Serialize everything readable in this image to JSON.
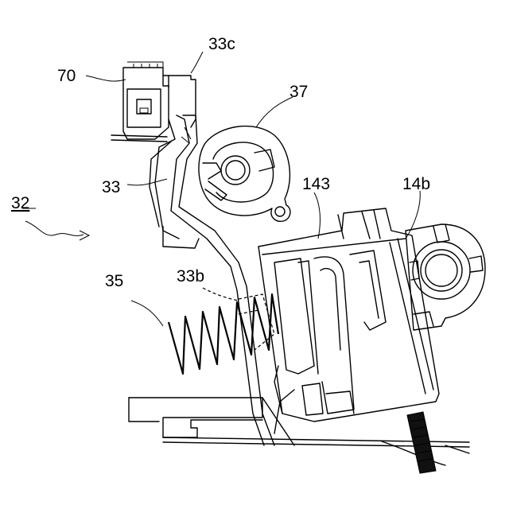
{
  "figure": {
    "labels": {
      "l70": "70",
      "l33c": "33c",
      "l37": "37",
      "l33": "33",
      "l32": "32",
      "l143": "143",
      "l14b": "14b",
      "l35": "35",
      "l33b": "33b"
    },
    "line_color": "#000000",
    "background": "#ffffff"
  }
}
